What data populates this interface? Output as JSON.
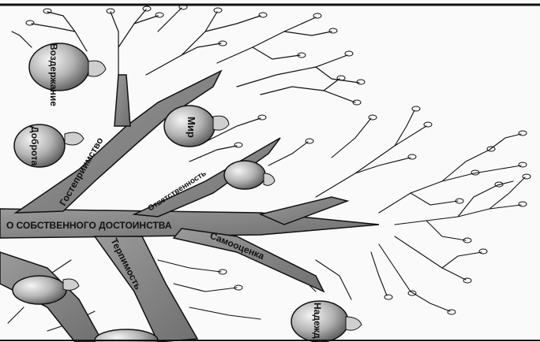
{
  "trunk": {
    "label": "О СОБСТВЕННОГО ДОСТОИНСТВА"
  },
  "branches": [
    {
      "id": "gostepriimstvo",
      "label": "Гостеприимство"
    },
    {
      "id": "otvetstvennost",
      "label": "Ответственность"
    },
    {
      "id": "samootsenka",
      "label": "Самооценка"
    },
    {
      "id": "terpimost",
      "label": "Терпимость"
    }
  ],
  "fruits": [
    {
      "id": "vozderzhanie",
      "label": "Воздержание"
    },
    {
      "id": "dobrota",
      "label": "Доброта"
    },
    {
      "id": "mir",
      "label": "Мир"
    },
    {
      "id": "nadezhda",
      "label": "Надежд"
    }
  ],
  "colors": {
    "ink": "#111111",
    "branch_fill": "#8c8c8c",
    "fruit_light": "#f2f2f2",
    "fruit_dark": "#6e6e6e"
  }
}
